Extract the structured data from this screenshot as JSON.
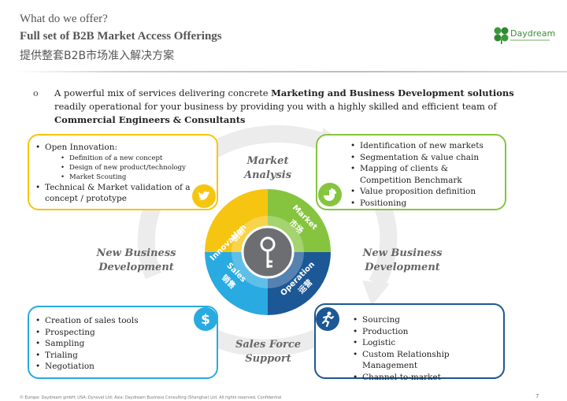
{
  "header": {
    "line1": "What do we offer?",
    "line2": "Full set of B2B Market Access Offerings",
    "line3": "提供整套B2B市场准入解决方案",
    "logo_text": "Daydream"
  },
  "intro": {
    "bullet": "o",
    "text_1": "A powerful mix of services delivering concrete ",
    "text_bold_1": "Marketing and Business Development solutions",
    "text_2": " readily operational for your business by providing you with a highly skilled and efficient team of ",
    "text_bold_2": "Commercial Engineers & Consultants"
  },
  "innovation_box": {
    "items": [
      {
        "label": "Open Innovation:",
        "sub": [
          "Definition of a new concept",
          "Design of new product/technology",
          "Market Scouting"
        ]
      },
      {
        "label": "Technical & Market validation of a concept / prototype"
      }
    ],
    "icon": "twitter-bird-icon",
    "color": "#f6c511"
  },
  "market_box": {
    "items": [
      "Identification of new markets",
      "Segmentation & value chain",
      "Mapping of clients & Competition Benchmark",
      "Value proposition definition",
      "Positioning"
    ],
    "icon": "pie-chart-icon",
    "color": "#86c440"
  },
  "sales_box": {
    "items": [
      "Creation of sales tools",
      "Prospecting",
      "Sampling",
      "Trialing",
      "Negotiation"
    ],
    "icon": "dollar-icon",
    "color": "#29aae1"
  },
  "operation_box": {
    "items": [
      "Sourcing",
      "Production",
      "Logistic",
      "Custom Relationship Management",
      "Channel-to-market"
    ],
    "icon": "running-man-icon",
    "color": "#1c5896"
  },
  "labels": {
    "market_analysis_1": "Market",
    "market_analysis_2": "Analysis",
    "new_business_1": "New Business",
    "new_business_2": "Development",
    "sales_force_1": "Sales Force",
    "sales_force_2": "Support"
  },
  "wheel": {
    "innovation_en": "Innovation",
    "innovation_cn": "创新",
    "market_en": "Market",
    "market_cn": "市场",
    "sales_en": "Sales",
    "sales_cn": "销售",
    "operation_en": "Operation",
    "operation_cn": "运营",
    "center_icon": "key-icon"
  },
  "footer": {
    "text": "© Europe: Daydream gmbH; USA: Dynovel Ltd; Asia: Daydream Business Consulting (Shanghai) Ltd. All rights reserved. Confidential",
    "page": "7"
  }
}
